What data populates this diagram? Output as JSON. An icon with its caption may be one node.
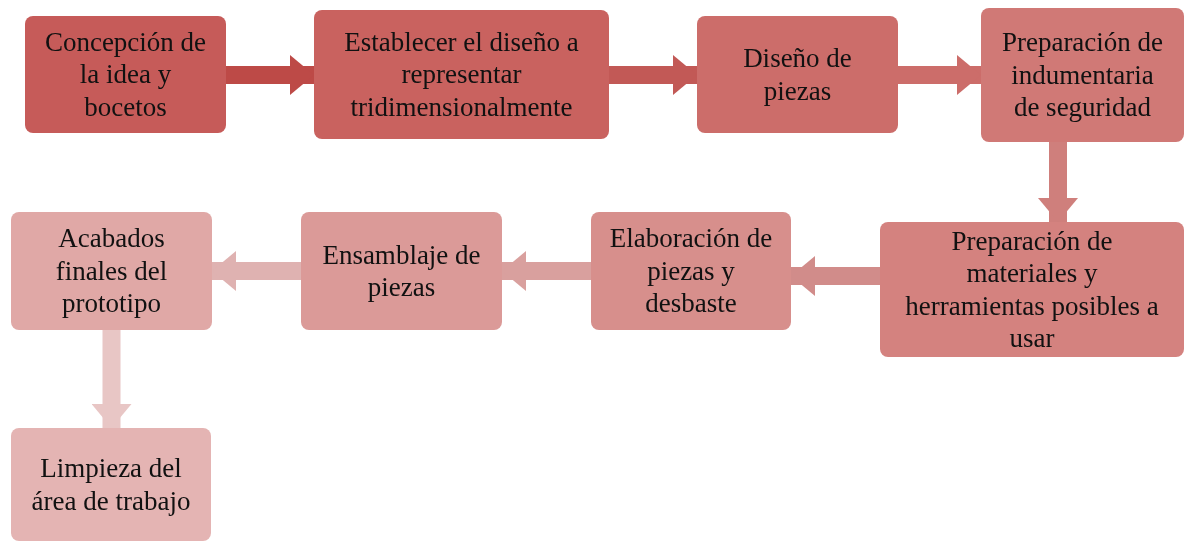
{
  "diagram": {
    "nodes": [
      {
        "text": [
          "Concepción de la idea y bocetos"
        ]
      },
      {
        "text": [
          "Establecer el diseño a representar tridimensionalmente"
        ]
      },
      {
        "text": [
          "Diseño de piezas"
        ]
      },
      {
        "text": [
          "Preparación de indumentaria de seguridad"
        ]
      },
      {
        "text": [
          "Preparación de materiales y herramientas posibles a usar"
        ]
      },
      {
        "text": [
          "Elaboración de piezas y desbaste"
        ]
      },
      {
        "text": [
          "Ensamblaje de piezas"
        ]
      },
      {
        "text": [
          "Acabados finales del prototipo"
        ]
      },
      {
        "text": [
          "Limpieza del área de trabajo"
        ]
      }
    ],
    "edges": [
      {
        "from": 0,
        "to": 1,
        "arrow": "to",
        "color": "#bd4a47"
      },
      {
        "from": 1,
        "to": 2,
        "arrow": "to",
        "color": "#c25956"
      },
      {
        "from": 2,
        "to": 3,
        "arrow": "to",
        "color": "#cc6d6a"
      },
      {
        "from": 3,
        "to": 4,
        "arrow": "to",
        "color": "#cf7f7c"
      },
      {
        "from": 4,
        "to": 5,
        "arrow": "to",
        "color": "#d18c8a"
      },
      {
        "from": 5,
        "to": 6,
        "arrow": "to",
        "color": "#d9a09e"
      },
      {
        "from": 6,
        "to": 7,
        "arrow": "to",
        "color": "#dfb2b1"
      },
      {
        "from": 7,
        "to": 8,
        "arrow": "to",
        "color": "#e8c6c5"
      }
    ]
  }
}
